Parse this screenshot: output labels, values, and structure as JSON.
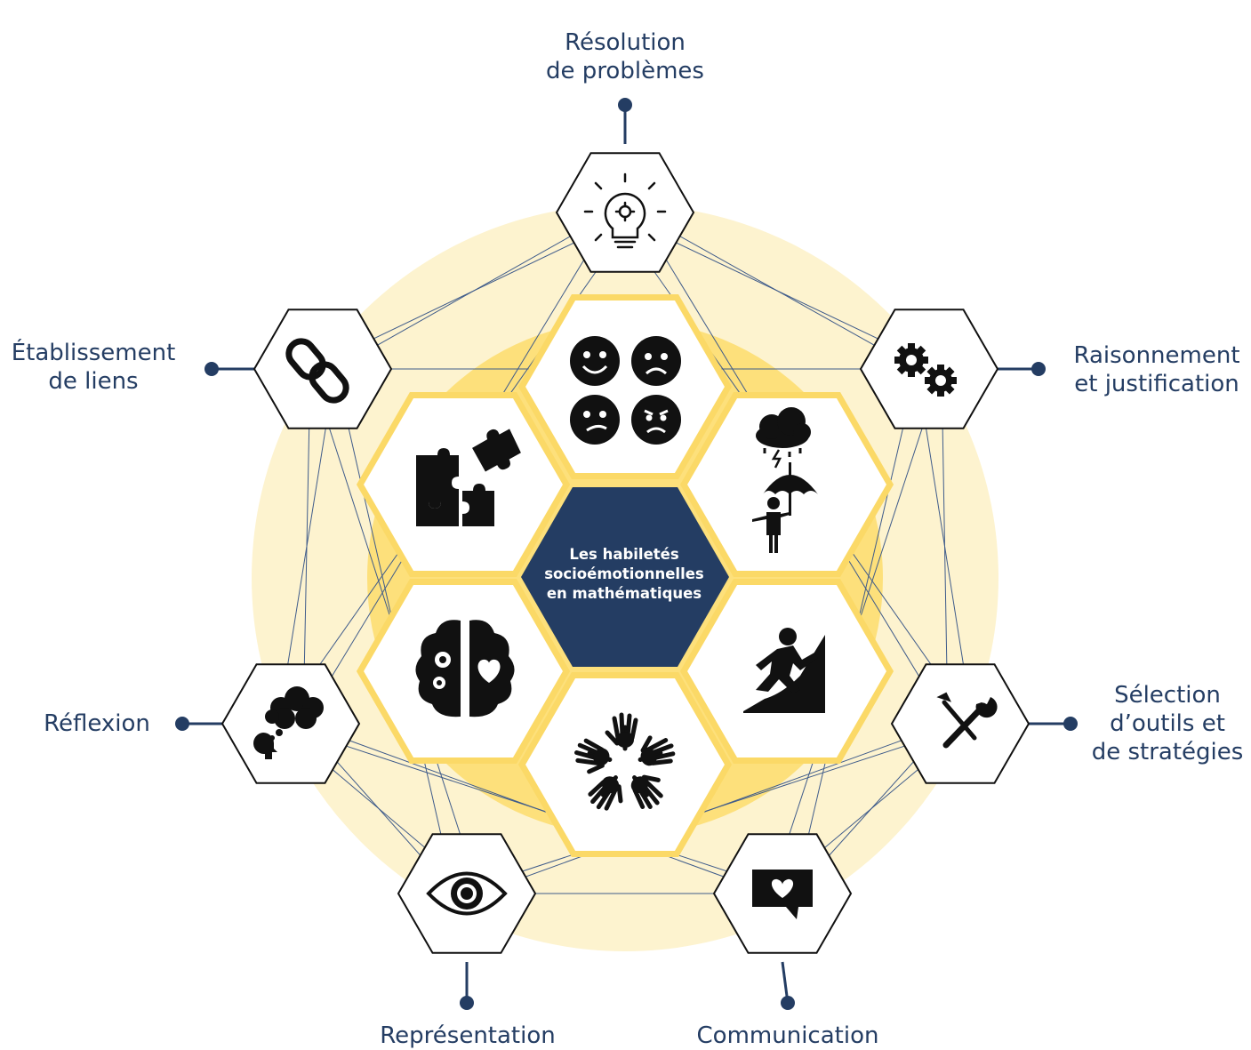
{
  "center": {
    "line1": "Les habiletés",
    "line2": "socioémotionnelles",
    "line3": "en mathématiques"
  },
  "processes": [
    {
      "name": "resolution",
      "lines": [
        "Résolution",
        "de problèmes"
      ],
      "icon": "lightbulb-gear-icon"
    },
    {
      "name": "raisonnement",
      "lines": [
        "Raisonnement",
        "et justification"
      ],
      "icon": "gears-icon"
    },
    {
      "name": "selection",
      "lines": [
        "Sélection",
        "d’outils et",
        "de stratégies"
      ],
      "icon": "tools-icon"
    },
    {
      "name": "communication",
      "lines": [
        "Communication"
      ],
      "icon": "speech-heart-icon"
    },
    {
      "name": "representation",
      "lines": [
        "Représentation"
      ],
      "icon": "eye-icon"
    },
    {
      "name": "reflexion",
      "lines": [
        "Réflexion"
      ],
      "icon": "thought-bubble-icon"
    },
    {
      "name": "etablissement",
      "lines": [
        "Établissement",
        "de liens"
      ],
      "icon": "chain-link-icon"
    }
  ],
  "inner_icons": [
    "emotion-faces-icon",
    "umbrella-storm-icon",
    "climber-icon",
    "hands-circle-icon",
    "brain-gears-heart-icon",
    "puzzle-icon"
  ],
  "colors": {
    "navy": "#243d63",
    "yellow_ring": "#fde07b",
    "pale_ring": "#fdf3cf",
    "hex_border_yellow": "#fbd967"
  }
}
